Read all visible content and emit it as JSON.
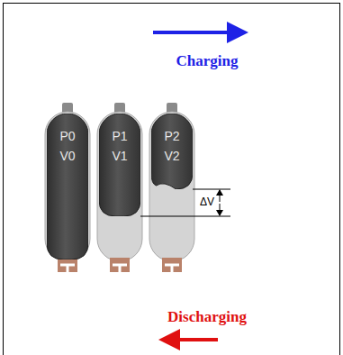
{
  "diagram": {
    "nodes": [
      {
        "text": [
          "P0 V0"
        ]
      },
      {
        "text": [
          "P1 V1"
        ]
      },
      {
        "text": [
          "P2 V2"
        ]
      }
    ],
    "labels": [
      "Charging",
      "ΔV",
      "Discharging"
    ]
  }
}
